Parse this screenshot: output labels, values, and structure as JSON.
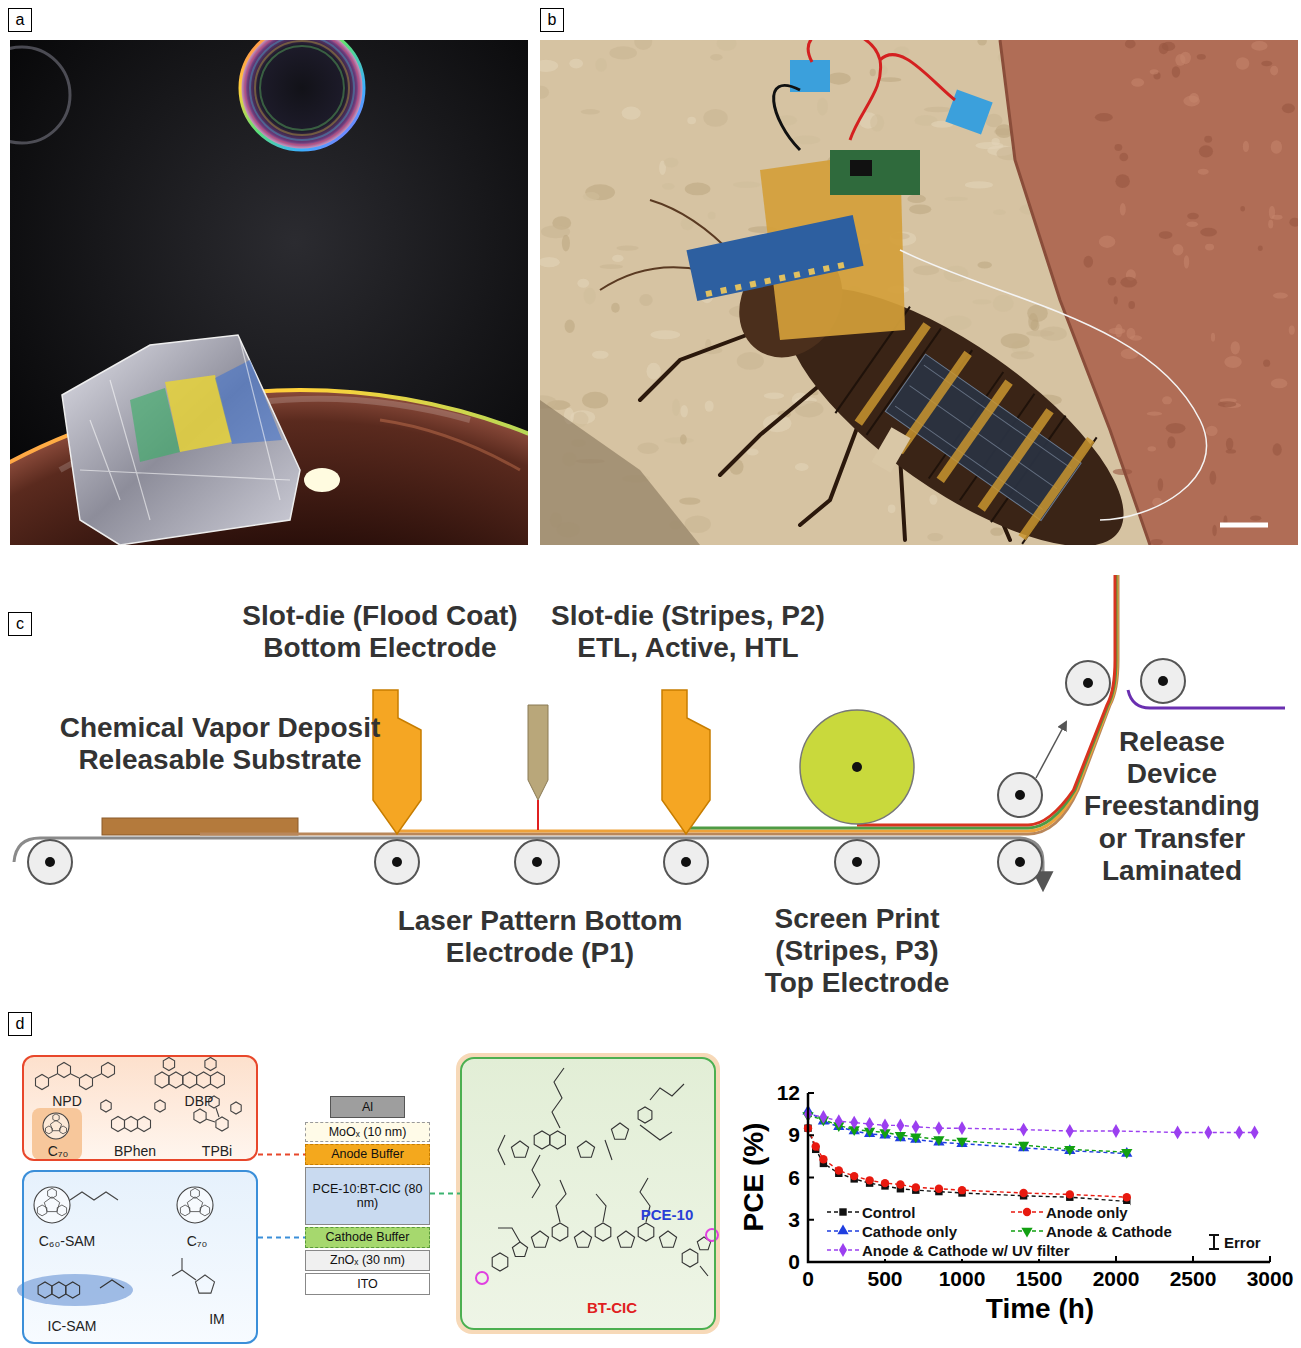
{
  "diagram": {
    "nodes": [
      {
        "text": [
          "a"
        ]
      },
      {
        "text": [
          "b"
        ]
      },
      {
        "text": [
          "c"
        ]
      },
      {
        "text": [
          "d"
        ]
      },
      {
        "text": [
          "NPD",
          "DBP",
          "C₇₀",
          "BPhen",
          "TPBi"
        ]
      },
      {
        "text": [
          "C₆₀-SAM",
          "C₇₀",
          "IC-SAM",
          "IM"
        ]
      },
      {
        "text": [
          "Al"
        ]
      },
      {
        "text": [
          "MoOₓ (10 nm)"
        ]
      },
      {
        "text": [
          "Anode Buffer"
        ]
      },
      {
        "text": [
          "PCE-10:BT-CIC (80 nm)"
        ]
      },
      {
        "text": [
          "Cathode Buffer"
        ]
      },
      {
        "text": [
          "ZnOₓ (30 nm)"
        ]
      },
      {
        "text": [
          "ITO"
        ]
      },
      {
        "text": [
          "PCE-10",
          "BT-CIC"
        ]
      }
    ],
    "edges": [
      {
        "from": 4,
        "to": 8,
        "arrow": "none"
      },
      {
        "from": 5,
        "to": 10,
        "arrow": "none"
      },
      {
        "from": 9,
        "to": 13,
        "arrow": "none"
      }
    ],
    "labels": [
      "Chemical Vapor Deposit Releasable Substrate",
      "Slot-die (Flood Coat) Bottom Electrode",
      "Slot-die (Stripes, P2) ETL, Active, HTL",
      "Laser Pattern Bottom Electrode (P1)",
      "Screen Print (Stripes, P3) Top Electrode",
      "Release Device Freestanding or Transfer Laminated",
      "PCE (%)",
      "0",
      "3",
      "6",
      "9",
      "12",
      "0",
      "500",
      "1000",
      "1500",
      "2000",
      "2500",
      "3000",
      "Time (h)"
    ],
    "legend": [
      {
        "text": "Control"
      },
      {
        "text": "Anode only"
      },
      {
        "text": "Cathode only"
      },
      {
        "text": "Anode & Cathode"
      },
      {
        "text": "Anode & Cathode w/ UV filter"
      },
      {
        "text": "Error"
      }
    ]
  }
}
